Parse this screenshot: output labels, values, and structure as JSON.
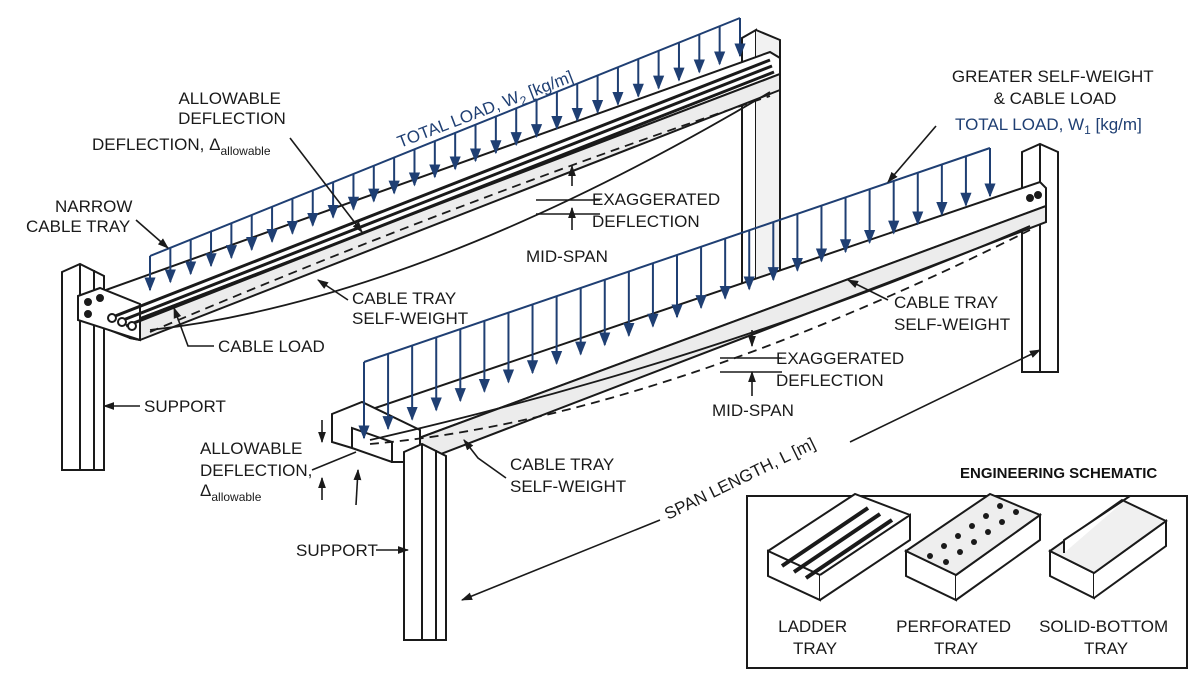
{
  "colors": {
    "load_blue": "#1f3f73",
    "ink": "#1a1a1a",
    "paper": "#ffffff"
  },
  "tray1": {
    "total_load_prefix": "TOTAL LOAD, W",
    "total_load_sub": "2",
    "total_load_unit": " [kg/m]",
    "allowable_line1": "ALLOWABLE",
    "allowable_line2": "DEFLECTION",
    "deflection_prefix": "DEFLECTION, Δ",
    "deflection_sub": "allowable",
    "narrow_line1": "NARROW",
    "narrow_line2": "CABLE TRAY",
    "exaggerated_line1": "EXAGGERATED",
    "exaggerated_line2": "DEFLECTION",
    "mid_span": "MID-SPAN",
    "self_weight_line1": "CABLE TRAY",
    "self_weight_line2": "SELF-WEIGHT",
    "cable_load": "CABLE LOAD",
    "support": "SUPPORT"
  },
  "tray2": {
    "greater_line1": "GREATER SELF-WEIGHT",
    "greater_line2": "& CABLE LOAD",
    "total_load_prefix": "TOTAL LOAD, W",
    "total_load_sub": "1",
    "total_load_unit": " [kg/m]",
    "self_weight_top_line1": "CABLE TRAY",
    "self_weight_top_line2": "SELF-WEIGHT",
    "exaggerated_line1": "EXAGGERATED",
    "exaggerated_line2": "DEFLECTION",
    "mid_span": "MID-SPAN",
    "allowable_line1": "ALLOWABLE",
    "allowable_line2": "DEFLECTION,",
    "allowable_sym": "Δ",
    "allowable_sub": "allowable",
    "self_weight_bot_line1": "CABLE TRAY",
    "self_weight_bot_line2": "SELF-WEIGHT",
    "span_length": "SPAN LENGTH, L [m]",
    "support": "SUPPORT"
  },
  "schematic": {
    "title": "ENGINEERING SCHEMATIC",
    "items": [
      {
        "line1": "LADDER",
        "line2": "TRAY"
      },
      {
        "line1": "PERFORATED",
        "line2": "TRAY"
      },
      {
        "line1": "SOLID-BOTTOM",
        "line2": "TRAY"
      }
    ]
  }
}
